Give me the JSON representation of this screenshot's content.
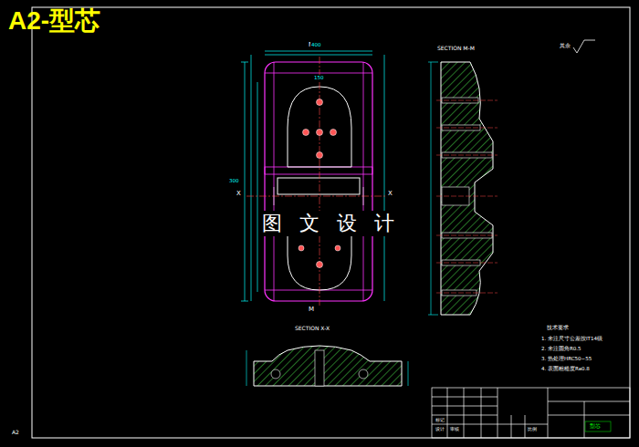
{
  "diagram": {
    "title": "A2-型芯",
    "labels": [
      "SECTION M-M",
      "SECTION X-X",
      "图 文 设 计",
      "A2",
      "M",
      "M",
      "X",
      "X",
      "其余",
      "技术要求",
      "1. 未注尺寸公差按IT14级",
      "2. 未注圆角R0.5",
      "3. 热处理HRC50~55",
      "4. 表面粗糙度Ra0.8",
      "400",
      "150",
      "300",
      "标记",
      "设计",
      "审核",
      "比例",
      "型芯"
    ]
  }
}
